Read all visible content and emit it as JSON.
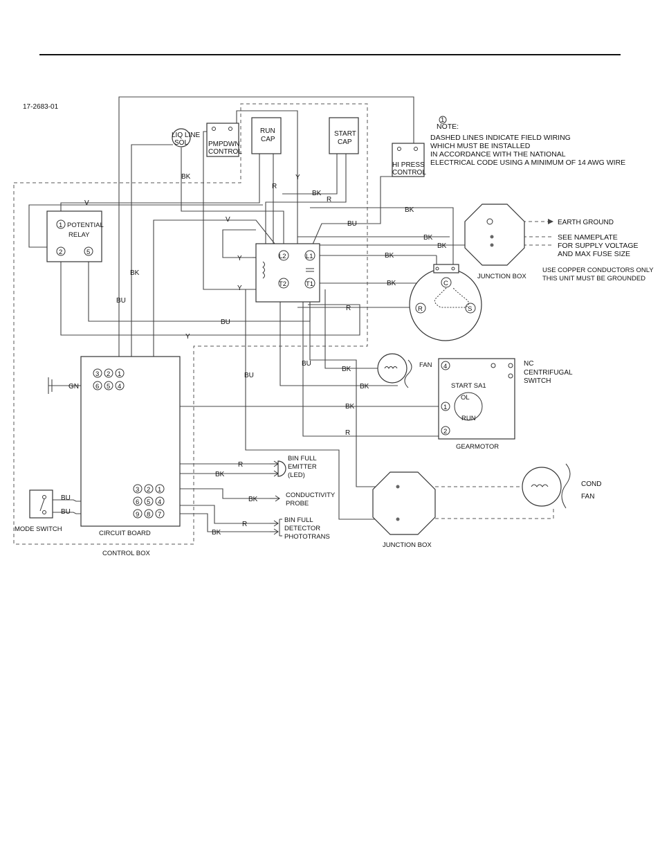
{
  "drawing_number": "17-2683-01",
  "note": {
    "marker": "1",
    "title": "NOTE:",
    "lines": [
      "DASHED LINES INDICATE FIELD WIRING",
      "WHICH MUST BE INSTALLED",
      "IN ACCORDANCE WITH THE NATIONAL",
      "ELECTRICAL CODE USING A MINIMUM OF 14 AWG WIRE"
    ]
  },
  "supply": {
    "earth_ground": "EARTH GROUND",
    "nameplate": [
      "SEE NAMEPLATE",
      "FOR SUPPLY VOLTAGE",
      "AND MAX FUSE SIZE"
    ],
    "copper": [
      "USE COPPER CONDUCTORS ONLY",
      "THIS UNIT MUST BE GROUNDED"
    ]
  },
  "components": {
    "liq_line_sol": [
      "LIQ LINE",
      "SOL"
    ],
    "pmpdwn": [
      "PMPDWN",
      "CONTROL"
    ],
    "run_cap": [
      "RUN",
      "CAP"
    ],
    "start_cap": [
      "START",
      "CAP"
    ],
    "hi_press": [
      "HI PRESS",
      "CONTROL"
    ],
    "potential_relay": [
      "POTENTIAL",
      "RELAY"
    ],
    "junction_box_top": "JUNCTION BOX",
    "junction_box_bottom": "JUNCTION BOX",
    "fan": "FAN",
    "nc_switch": [
      "NC",
      "CENTRIFUGAL",
      "SWITCH"
    ],
    "start_sa1": "START   SA1",
    "ol": "OL",
    "run": "RUN",
    "gearmotor": "GEARMOTOR",
    "bin_full_emitter": [
      "BIN FULL",
      "EMITTER",
      "(LED)"
    ],
    "conductivity_probe": [
      "CONDUCTIVITY",
      "PROBE"
    ],
    "bin_full_detector": [
      "BIN FULL",
      "DETECTOR",
      "PHOTOTRANS"
    ],
    "cond_fan": [
      "COND",
      "FAN"
    ],
    "mode_switch": "MODE SWITCH",
    "circuit_board": "CIRCUIT BOARD",
    "control_box": "CONTROL BOX"
  },
  "contactor": {
    "l2": "L2",
    "l1": "L1",
    "t2": "T2",
    "t1": "T1"
  },
  "compressor": {
    "c": "C",
    "r": "R",
    "s": "S"
  },
  "terminals": {
    "relay": [
      "1",
      "2",
      "5"
    ],
    "board_top": [
      "3",
      "2",
      "1",
      "6",
      "5",
      "4"
    ],
    "board_bottom": [
      "3",
      "2",
      "1",
      "6",
      "5",
      "4",
      "9",
      "8",
      "7"
    ],
    "gearmotor": [
      "4",
      "1",
      "2"
    ]
  },
  "wire_colors": {
    "v": "V",
    "bk": "BK",
    "r": "R",
    "y": "Y",
    "bu": "BU",
    "gn": "GN"
  }
}
